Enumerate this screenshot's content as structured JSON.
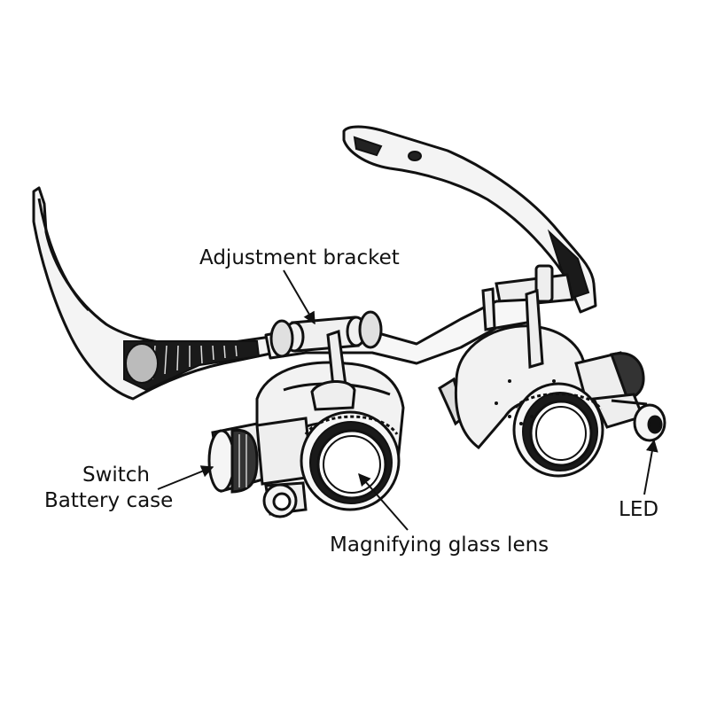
{
  "labels": {
    "adjustment_bracket": "Adjustment bracket",
    "switch": "Switch",
    "battery_case": "Battery case",
    "led": "LED",
    "magnifying_lens": "Magnifying glass lens"
  },
  "colors": {
    "line": "#111111",
    "background": "#ffffff",
    "dark_fill": "#1a1a1a",
    "mid_fill": "#9a9a9a",
    "light_fill": "#e8e8e8"
  }
}
